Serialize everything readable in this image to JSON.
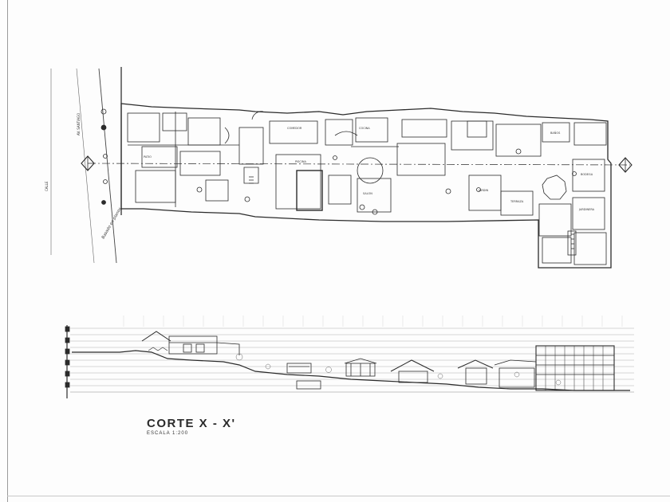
{
  "section": {
    "title": "CORTE X - X'",
    "scale": "ESCALA 1:200"
  },
  "plan": {
    "street_labels": [
      "CALLE",
      "AV. SANTIAGO"
    ],
    "room_labels": [
      "PISCINA",
      "COMEDOR",
      "COCINA",
      "SALON",
      "JARDIN",
      "TERRAZA",
      "BODEGA",
      "BAÑOS",
      "PATIO",
      "JARDINERA"
    ],
    "handwritten_note": "Basado en planos"
  },
  "colors": {
    "ink": "#2b2b2b",
    "light_ink": "#7a7a7a",
    "paper": "#fdfdfd"
  }
}
